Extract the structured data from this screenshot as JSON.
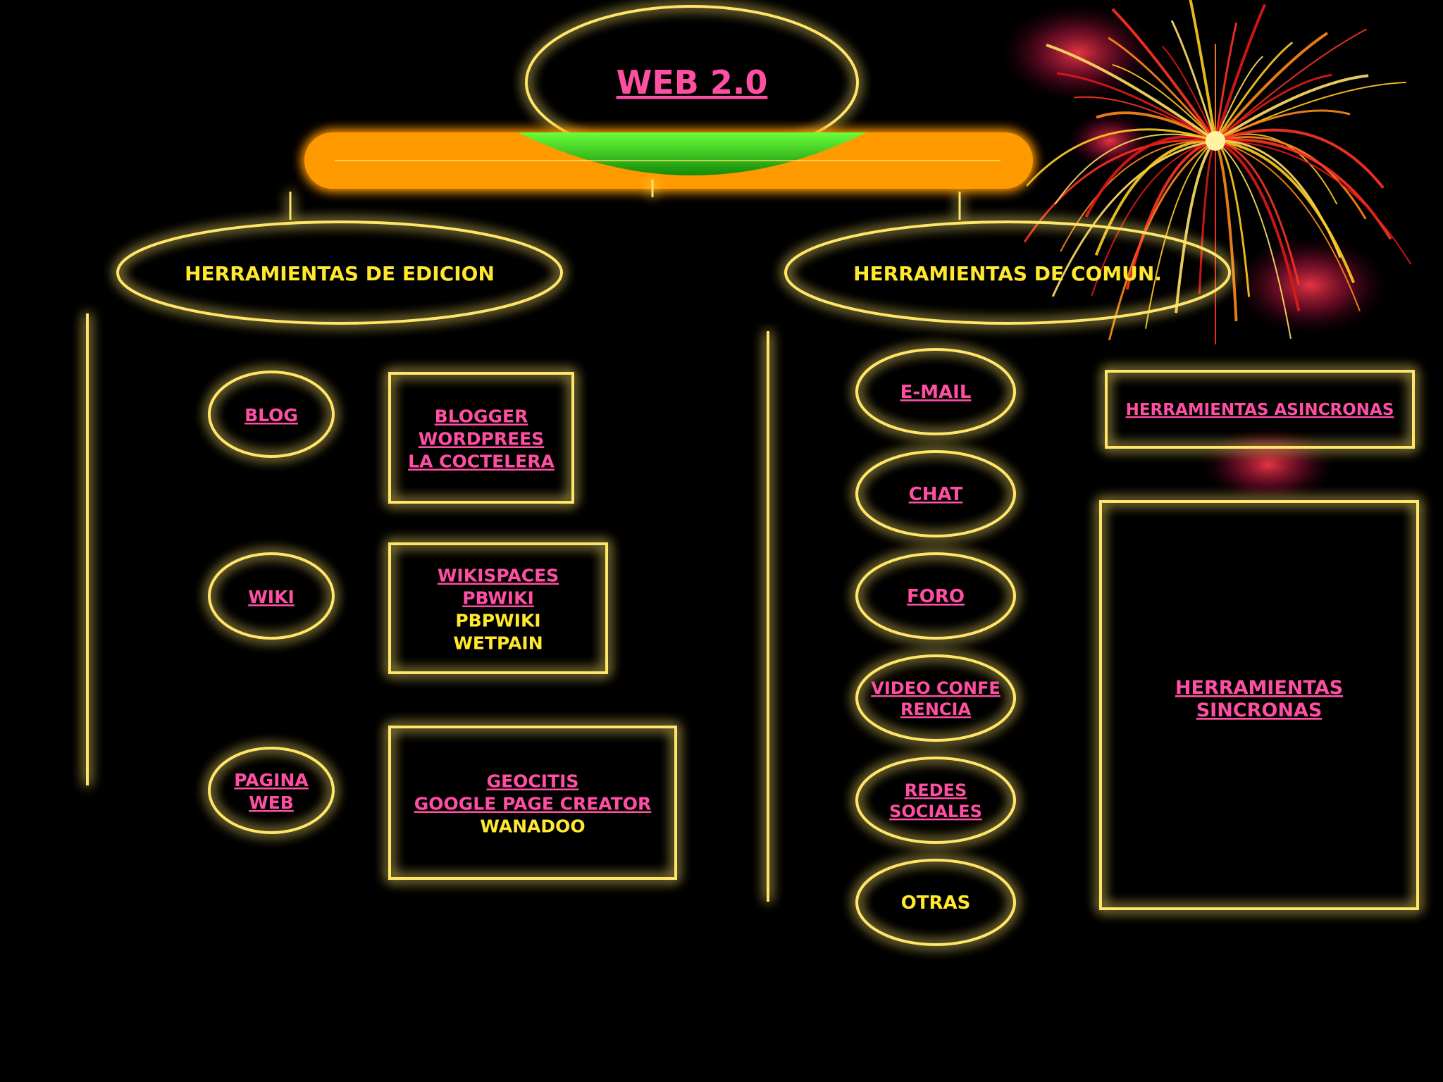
{
  "title": "WEB 2.0",
  "colors": {
    "background": "#000000",
    "outline": "#ffe66a",
    "glow": "#ff9a14",
    "pink_text": "#ff4fa3",
    "yellow_text": "#ffe82e",
    "orange_bar": "#ff9900",
    "green_accent": "#2ec21a"
  },
  "branches": {
    "edicion": {
      "label": "HERRAMIENTAS DE EDICION",
      "items": [
        {
          "label": [
            "BLOG"
          ],
          "examples": [
            {
              "text": "BLOGGER",
              "style": "pink"
            },
            {
              "text": "WORDPREES",
              "style": "pink"
            },
            {
              "text": "LA COCTELERA",
              "style": "pink"
            }
          ]
        },
        {
          "label": [
            "WIKI"
          ],
          "examples": [
            {
              "text": "WIKISPACES",
              "style": "pink"
            },
            {
              "text": "PBWIKI",
              "style": "pink"
            },
            {
              "text": "PBPWIKI",
              "style": "yellow"
            },
            {
              "text": "WETPAIN",
              "style": "yellow"
            }
          ]
        },
        {
          "label": [
            "PAGINA",
            "WEB"
          ],
          "examples": [
            {
              "text": "GEOCITIS",
              "style": "pink"
            },
            {
              "text": "GOOGLE PAGE CREATOR",
              "style": "pink"
            },
            {
              "text": "WANADOO",
              "style": "yellow"
            }
          ]
        }
      ]
    },
    "comunicacion": {
      "label": "HERRAMIENTAS DE COMUN.",
      "items": [
        {
          "label": [
            "E-MAIL"
          ],
          "style": "pink"
        },
        {
          "label": [
            "CHAT"
          ],
          "style": "pink"
        },
        {
          "label": [
            "FORO"
          ],
          "style": "pink"
        },
        {
          "label": [
            "VIDEO CONFE",
            "RENCIA"
          ],
          "style": "pink"
        },
        {
          "label": [
            "REDES",
            "SOCIALES"
          ],
          "style": "pink"
        },
        {
          "label": [
            "OTRAS"
          ],
          "style": "yellow"
        }
      ],
      "asincronas_label": [
        "HERRAMIENTAS ASINCRONAS"
      ],
      "sincronas_label": [
        "HERRAMIENTAS",
        "SINCRONAS"
      ]
    }
  },
  "decoration": {
    "fireworks-icon": "firework-burst"
  }
}
